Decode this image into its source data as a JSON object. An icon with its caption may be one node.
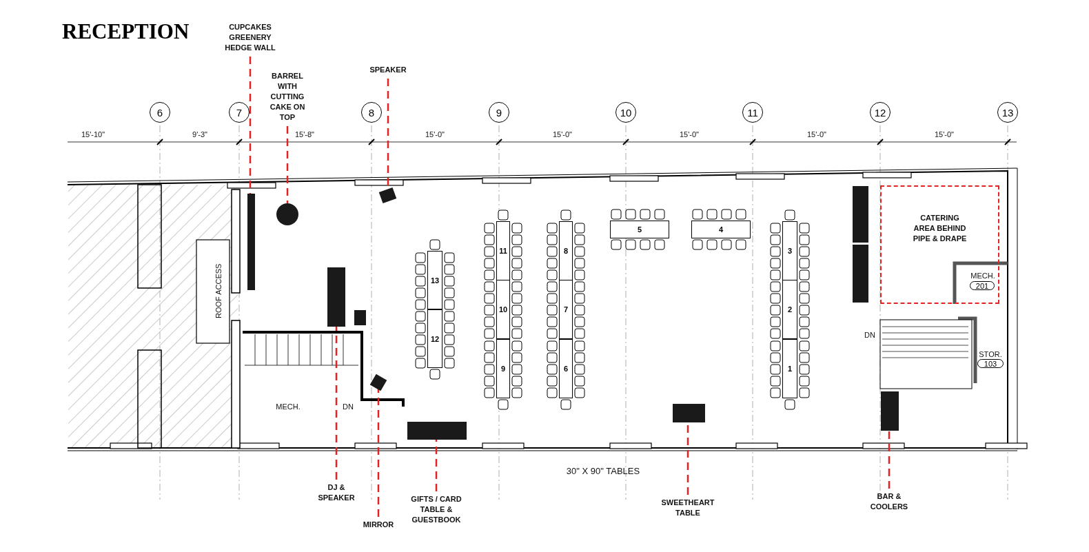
{
  "diagram": {
    "title": "RECEPTION",
    "nodes": [
      {
        "text": [
          "CUPCAKES GREENERY HEDGE WALL"
        ]
      },
      {
        "text": [],
        "shape": "bar"
      },
      {
        "text": [
          "BARREL WITH CUTTING CAKE ON TOP"
        ]
      },
      {
        "text": [],
        "shape": "circle"
      },
      {
        "text": [
          "SPEAKER"
        ]
      },
      {
        "text": [],
        "shape": "box"
      },
      {
        "text": [
          "CATERING AREA BEHIND PIPE & DRAPE"
        ]
      },
      {
        "text": [
          "DJ & SPEAKER"
        ]
      },
      {
        "text": [],
        "shape": "bar"
      },
      {
        "text": [
          "MIRROR"
        ]
      },
      {
        "text": [],
        "shape": "box"
      },
      {
        "text": [
          "GIFTS / CARD TABLE & GUESTBOOK"
        ]
      },
      {
        "text": [],
        "shape": "bar"
      },
      {
        "text": [
          "SWEETHEART TABLE"
        ]
      },
      {
        "text": [],
        "shape": "box"
      },
      {
        "text": [
          "BAR & COOLERS"
        ]
      },
      {
        "text": [],
        "shape": "bar"
      },
      {
        "text": [
          "13"
        ]
      },
      {
        "text": [
          "12"
        ]
      },
      {
        "text": [
          "11"
        ]
      },
      {
        "text": [
          "10"
        ]
      },
      {
        "text": [
          "9"
        ]
      },
      {
        "text": [
          "8"
        ]
      },
      {
        "text": [
          "7"
        ]
      },
      {
        "text": [
          "6"
        ]
      },
      {
        "text": [
          "5"
        ]
      },
      {
        "text": [
          "4"
        ]
      },
      {
        "text": [
          "3"
        ]
      },
      {
        "text": [
          "2"
        ]
      },
      {
        "text": [
          "1"
        ]
      }
    ],
    "edges": [
      {
        "from": 0,
        "to": 1,
        "arrow": "none"
      },
      {
        "from": 2,
        "to": 3,
        "arrow": "none"
      },
      {
        "from": 4,
        "to": 5,
        "arrow": "none"
      },
      {
        "from": 7,
        "to": 8,
        "arrow": "none"
      },
      {
        "from": 9,
        "to": 10,
        "arrow": "none"
      },
      {
        "from": 11,
        "to": 12,
        "arrow": "none"
      },
      {
        "from": 13,
        "to": 14,
        "arrow": "none"
      },
      {
        "from": 15,
        "to": 16,
        "arrow": "none"
      }
    ],
    "labels": [
      "6",
      "7",
      "8",
      "9",
      "10",
      "11",
      "12",
      "13",
      "15'-10\"",
      "9'-3\"",
      "15'-8\"",
      "15'-0\"",
      "15'-0\"",
      "15'-0\"",
      "15'-0\"",
      "15'-0\"",
      "MECH.",
      "201",
      "ROOF ACCESS",
      "DN",
      "STOR.",
      "103",
      "MECH.",
      "DN",
      "30\" X 90\" TABLES"
    ]
  }
}
